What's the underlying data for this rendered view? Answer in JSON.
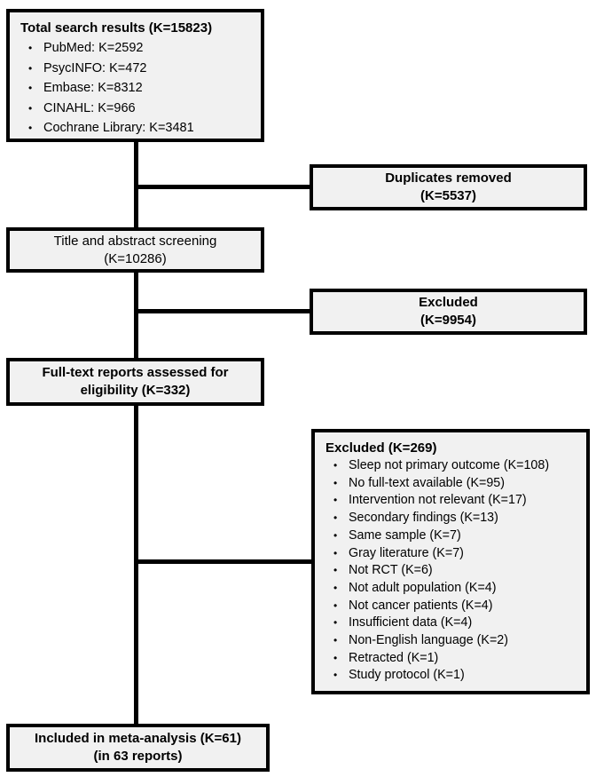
{
  "bullet_char": "•",
  "colors": {
    "background": "#ffffff",
    "box_fill": "#f1f1f1",
    "box_border": "#000000",
    "text": "#000000"
  },
  "boxes": {
    "total": {
      "title": "Total search results (K=15823)",
      "items": [
        "PubMed: K=2592",
        "PsycINFO: K=472",
        "Embase: K=8312",
        "CINAHL: K=966",
        "Cochrane Library: K=3481"
      ]
    },
    "duplicates": {
      "line1": "Duplicates removed",
      "line2": "(K=5537)"
    },
    "screening": {
      "line1": "Title and abstract screening",
      "line2": "(K=10286)"
    },
    "excluded_screening": {
      "line1": "Excluded",
      "line2": "(K=9954)"
    },
    "fulltext": {
      "line1": "Full-text reports assessed for",
      "line2": "eligibility (K=332)"
    },
    "excluded_fulltext": {
      "title": "Excluded (K=269)",
      "items": [
        "Sleep not primary outcome (K=108)",
        "No full-text available (K=95)",
        "Intervention not relevant (K=17)",
        "Secondary findings (K=13)",
        "Same sample (K=7)",
        "Gray literature (K=7)",
        "Not RCT (K=6)",
        "Not adult population (K=4)",
        "Not cancer patients (K=4)",
        "Insufficient data (K=4)",
        "Non-English language (K=2)",
        "Retracted (K=1)",
        "Study protocol (K=1)"
      ]
    },
    "included": {
      "line1": "Included in meta-analysis (K=61)",
      "line2": "(in 63 reports)"
    }
  }
}
